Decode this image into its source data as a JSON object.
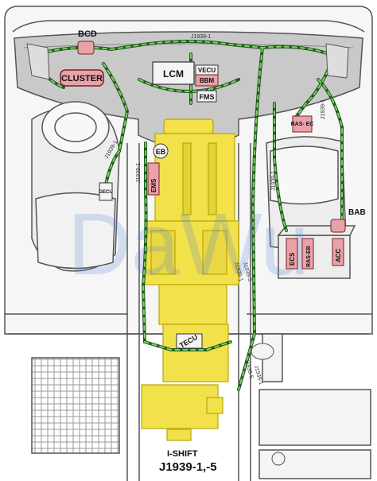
{
  "watermark": "DaWu",
  "title": {
    "line1": "I-SHIFT",
    "line2": "J1939-1,-5"
  },
  "modules": {
    "bcd": "BCD",
    "cluster": "CLUSTER",
    "lcm": "LCM",
    "vecu": "VECU",
    "bbm": "BBM",
    "fms": "FMS",
    "ras_ec": "RAS-\nEC",
    "eb": "EB",
    "ems": "EMS",
    "gecu": "GECU",
    "bab": "BAB",
    "ecs": "ECS",
    "ras_eb": "RAS-EB",
    "acc": "ACC",
    "tecu": "TECU"
  },
  "wire_labels": {
    "top": "J1939-1",
    "right_upper": "J1939-1",
    "left_seat": "J1939-1",
    "center_mid": "J1939-1",
    "right_mid": "J1939-1",
    "center_low_a": "J1939-1",
    "center_low_b": "J1939-5",
    "gearbox_a": "J1939-1",
    "gearbox_b": "J1939-5"
  },
  "colors": {
    "wire_dark": "#1f5a1f",
    "wire_light": "#7fcf5f",
    "module_fill": "#e8a2a8",
    "module_stroke": "#7a1e2a",
    "engine_fill": "#f2e14a",
    "engine_stroke": "#b8a800",
    "outline": "#555555",
    "cab_fill": "#f4f4f4",
    "watermark": "#4f7fd8"
  }
}
